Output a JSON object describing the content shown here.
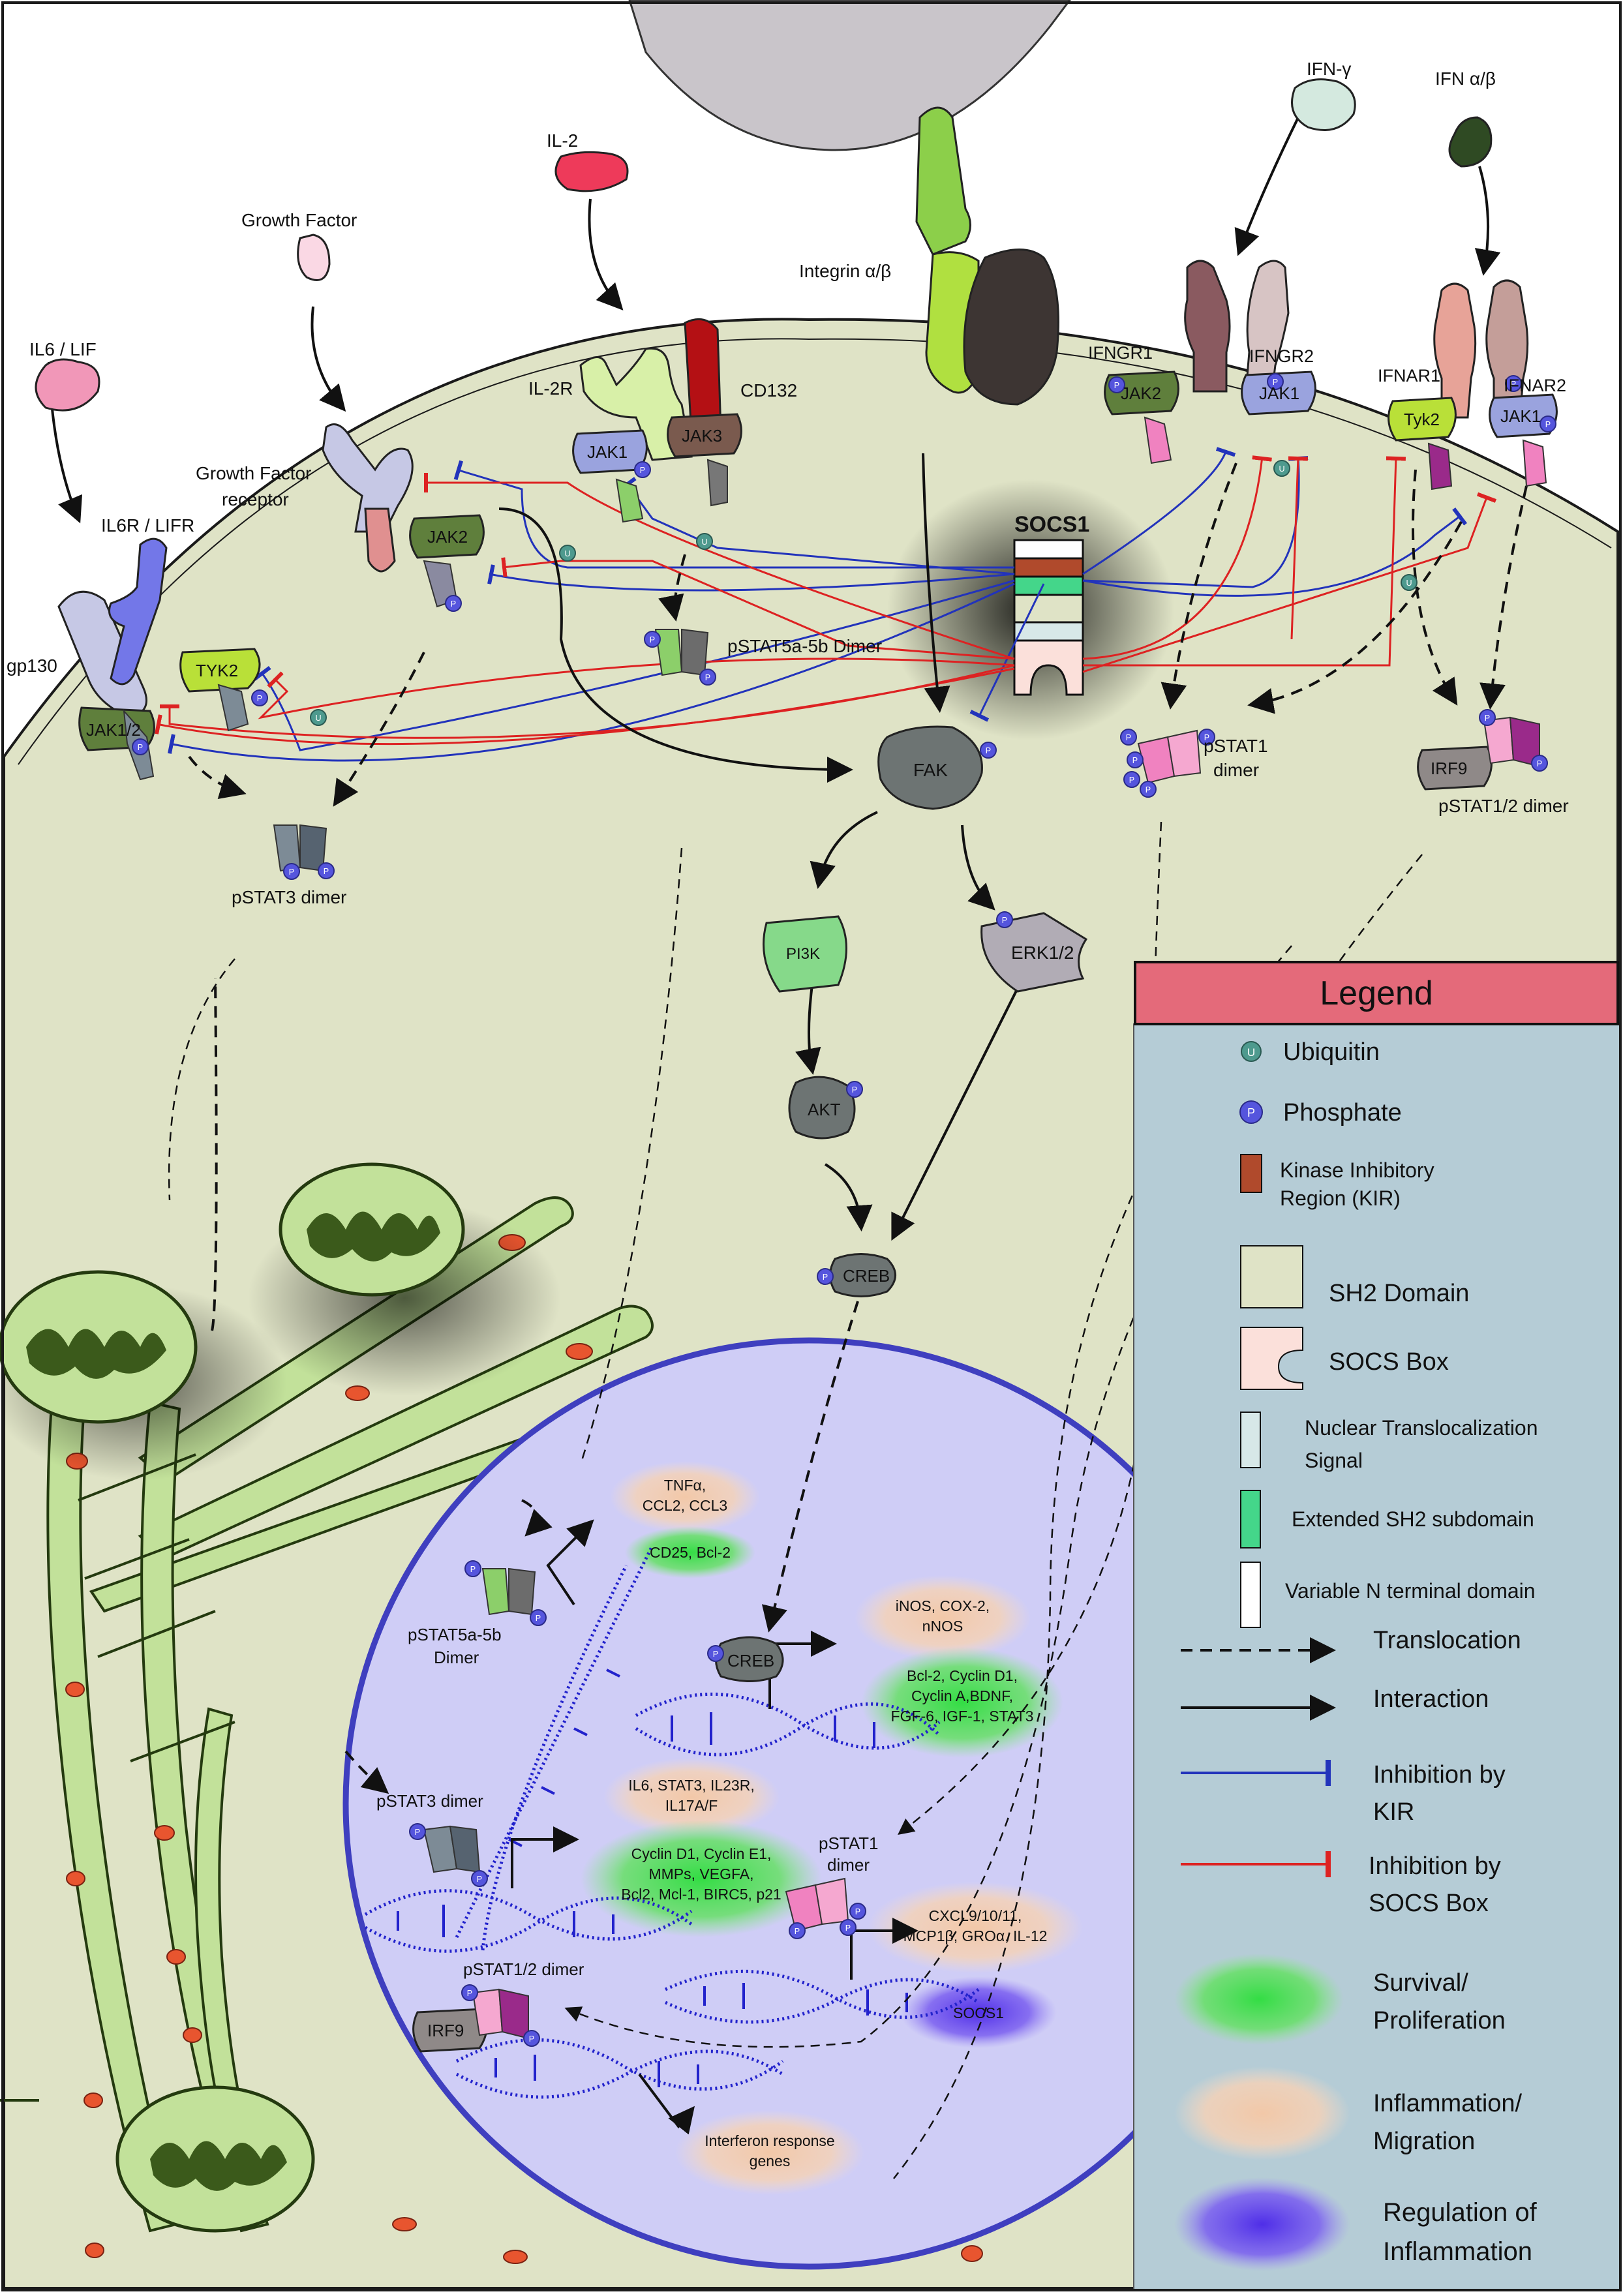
{
  "colors": {
    "cell": "#dfe3c6",
    "nucleus": "#cfcdf6",
    "nucleus_border": "#3f3fbf",
    "er": "#c2e19a",
    "mito_dark": "#3b5a1b",
    "legend_bg": "#b5ccd6",
    "legend_header": "#e46a7a",
    "kir_blue": "#2233bb",
    "socs_red": "#dd2222",
    "phosphate": "#5555dd",
    "ubiquitin": "#4e9a8e"
  },
  "ligands": {
    "il6_lif": "IL6 / LIF",
    "growth_factor": "Growth Factor",
    "il2": "IL-2",
    "integrin": "Integrin α/β",
    "ifn_gamma": "IFN-γ",
    "ifn_ab": "IFN α/β"
  },
  "receptors": {
    "il6r_lifr": "IL6R / LIFR",
    "gp130": "gp130",
    "gfr_line1": "Growth Factor",
    "gfr_line2": "receptor",
    "il2r": "IL-2R",
    "cd132": "CD132",
    "ifngr1": "IFNGR1",
    "ifngr2": "IFNGR2",
    "ifnar1": "IFNAR1",
    "ifnar2": "IFNAR2"
  },
  "kinases": {
    "jak12": "JAK1/2",
    "tyk2": "TYK2",
    "jak2": "JAK2",
    "jak1": "JAK1",
    "jak3": "JAK3",
    "tyk2b": "Tyk2",
    "fak": "FAK",
    "pi3k": "PI3K",
    "erk": "ERK1/2",
    "akt": "AKT",
    "creb": "CREB",
    "irf9": "IRF9",
    "socs1": "SOCS1"
  },
  "stat_labels": {
    "pstat3_dimer": "pSTAT3 dimer",
    "pstat5_dimer": "pSTAT5a-5b Dimer",
    "pstat5_nuc_1": "pSTAT5a-5b",
    "pstat5_nuc_2": "Dimer",
    "pstat1_1": "pSTAT1",
    "pstat1_2": "dimer",
    "pstat12_dimer": "pSTAT1/2 dimer"
  },
  "genes": {
    "stat5_infl_1": "TNFα,",
    "stat5_infl_2": "CCL2, CCL3",
    "stat5_surv": "CD25, Bcl-2",
    "creb_infl_1": "iNOS, COX-2,",
    "creb_infl_2": "nNOS",
    "creb_surv_1": "Bcl-2, Cyclin D1,",
    "creb_surv_2": "Cyclin A,BDNF,",
    "creb_surv_3": "FGF-6, IGF-1, STAT3",
    "stat3_infl_1": "IL6, STAT3, IL23R,",
    "stat3_infl_2": "IL17A/F",
    "stat3_surv_1": "Cyclin D1, Cyclin E1,",
    "stat3_surv_2": "MMPs, VEGFA,",
    "stat3_surv_3": "Bcl2, Mcl-1, BIRC5, p21",
    "stat1_infl_1": "CXCL9/10/11,",
    "stat1_infl_2": "MCP1β, GROα, IL-12",
    "stat1_reg": "SOCS1",
    "ifn_1": "Interferon response",
    "ifn_2": "genes"
  },
  "symbols": {
    "phosphate": "P",
    "ubiquitin": "U"
  },
  "legend": {
    "title": "Legend",
    "ubiquitin": "Ubiquitin",
    "phosphate": "Phosphate",
    "kir_1": "Kinase Inhibitory",
    "kir_2": "Region (KIR)",
    "sh2": "SH2 Domain",
    "socs_box": "SOCS Box",
    "nls_1": "Nuclear Translocalization",
    "nls_2": "Signal",
    "ext_sh2": "Extended SH2 subdomain",
    "var_n": "Variable N terminal domain",
    "translocation": "Translocation",
    "interaction": "Interaction",
    "kir_inh_1": "Inhibition by",
    "kir_inh_2": "KIR",
    "socs_inh_1": "Inhibition by",
    "socs_inh_2": "SOCS Box",
    "surv_1": "Survival/",
    "surv_2": "Proliferation",
    "infl_1": "Inflammation/",
    "infl_2": "Migration",
    "reg_1": "Regulation of",
    "reg_2": "Inflammation"
  }
}
